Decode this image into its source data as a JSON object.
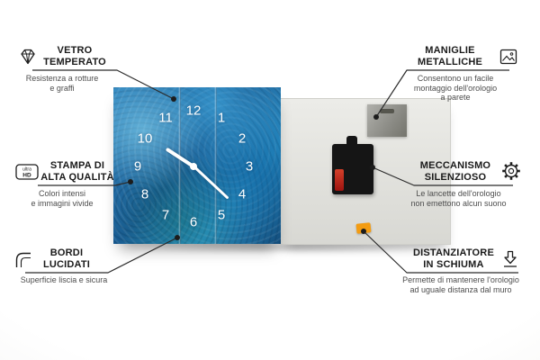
{
  "callouts": {
    "tempered_glass": {
      "icon": "diamond-icon",
      "title1": "VETRO",
      "title2": "TEMPERATO",
      "subtitle": "Resistenza a rotture\ne graffi"
    },
    "high_quality_print": {
      "icon": "ultra-hd-icon",
      "icon_text_top": "ultra",
      "icon_text_bottom": "HD",
      "title1": "STAMPA DI",
      "title2": "ALTA QUALITÀ",
      "subtitle": "Colori intensi\ne immagini vivide"
    },
    "polished_edges": {
      "icon": "rounded-edge-icon",
      "title1": "BORDI",
      "title2": "LUCIDATI",
      "subtitle": "Superficie liscia e sicura"
    },
    "metal_handles": {
      "icon": "picture-frame-icon",
      "title1": "MANIGLIE",
      "title2": "METALLICHE",
      "subtitle": "Consentono un facile\nmontaggio dell'orologio\na parete"
    },
    "silent_mechanism": {
      "icon": "gear-icon",
      "title1": "MECCANISMO",
      "title2": "SILENZIOSO",
      "subtitle": "Le lancette dell'orologio\nnon emettono alcun suono"
    },
    "foam_spacer": {
      "icon": "arrow-down-icon",
      "title1": "DISTANZIATORE",
      "title2": "IN SCHIUMA",
      "subtitle": "Permette di mantenere l'orologio\nad uguale distanza dal muro"
    }
  },
  "clock_numbers": [
    "1",
    "2",
    "3",
    "4",
    "5",
    "6",
    "7",
    "8",
    "9",
    "10",
    "11",
    "12"
  ],
  "colors": {
    "connector_line": "#2b2b2b",
    "clock_face_blue": "#1f6fa6",
    "back_panel_gray": "#e2e2de",
    "foam_spacer_orange": "#f39c12",
    "battery_red": "#c0392b",
    "text_dark": "#1d1d1d"
  }
}
